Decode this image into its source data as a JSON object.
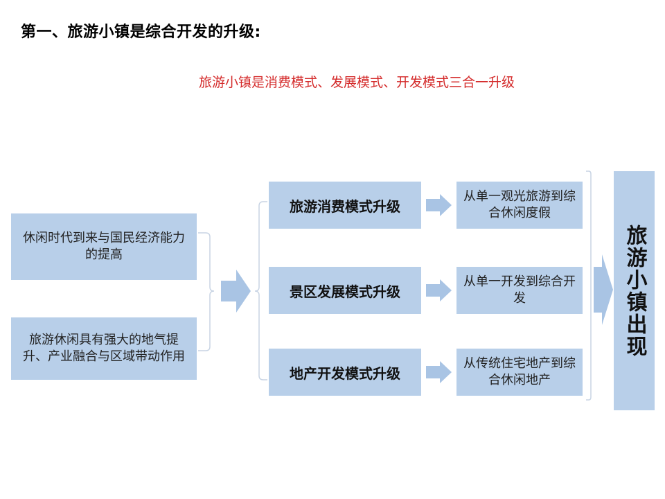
{
  "heading": "第一、旅游小镇是综合开发的升级:",
  "subtitle": "旅游小镇是消费模式、发展模式、开发模式三合一升级",
  "causes": [
    "休闲时代到来与国民经济能力的提高",
    "旅游休闲具有强大的地气提升、产业融合与区域带动作用"
  ],
  "upgrades": [
    "旅游消费模式升级",
    "景区发展模式升级",
    "地产开发模式升级"
  ],
  "results": [
    "从单一观光旅游到综合休闲度假",
    "从单一开发到综合开发",
    "从传统住宅地产到综合休闲地产"
  ],
  "final": "旅游小镇出现",
  "colors": {
    "box_fill": "#b8cfe9",
    "arrow_fill": "#a9c4e4",
    "bracket": "#c8d4e4",
    "subtitle": "#d42a2a"
  },
  "icons": {
    "flow_arrow": "block-right-arrow",
    "bracket": "curly-brace"
  }
}
